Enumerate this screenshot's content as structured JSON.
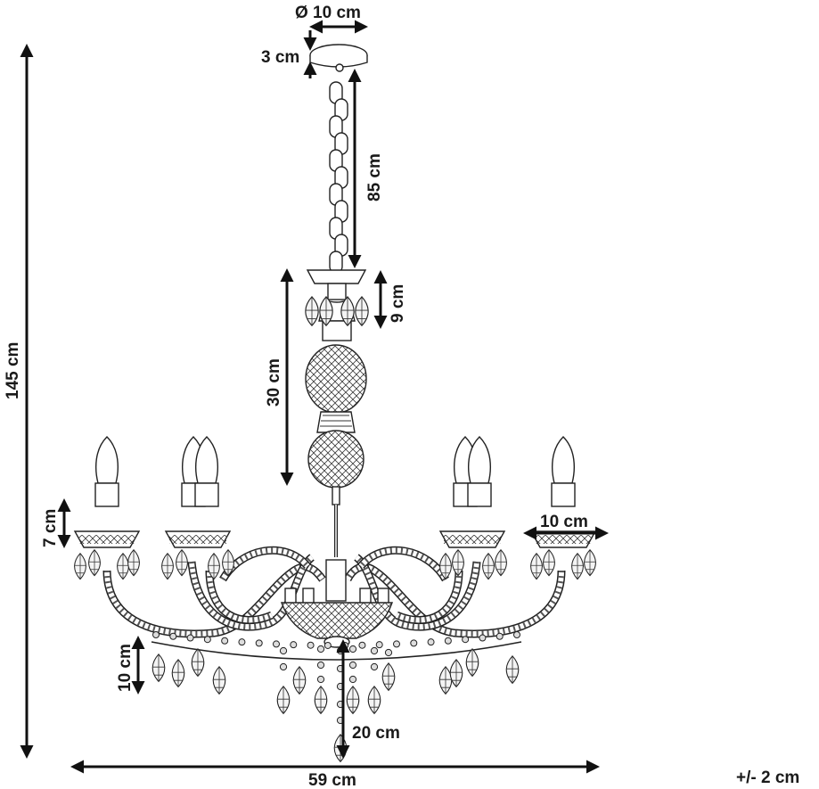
{
  "labels": {
    "canopy_diameter": "Ø 10 cm",
    "canopy_height": "3 cm",
    "chain_length": "85 cm",
    "total_height": "145 cm",
    "column_top": "9 cm",
    "column_height": "30 cm",
    "candle_height": "7 cm",
    "cup_diameter": "10 cm",
    "drop_height": "10 cm",
    "bottom_drop": "20 cm",
    "width": "59 cm",
    "tolerance": "+/- 2 cm"
  },
  "colors": {
    "ink": "#111111",
    "fill": "#ffffff",
    "glass": "#f4f4f4"
  }
}
